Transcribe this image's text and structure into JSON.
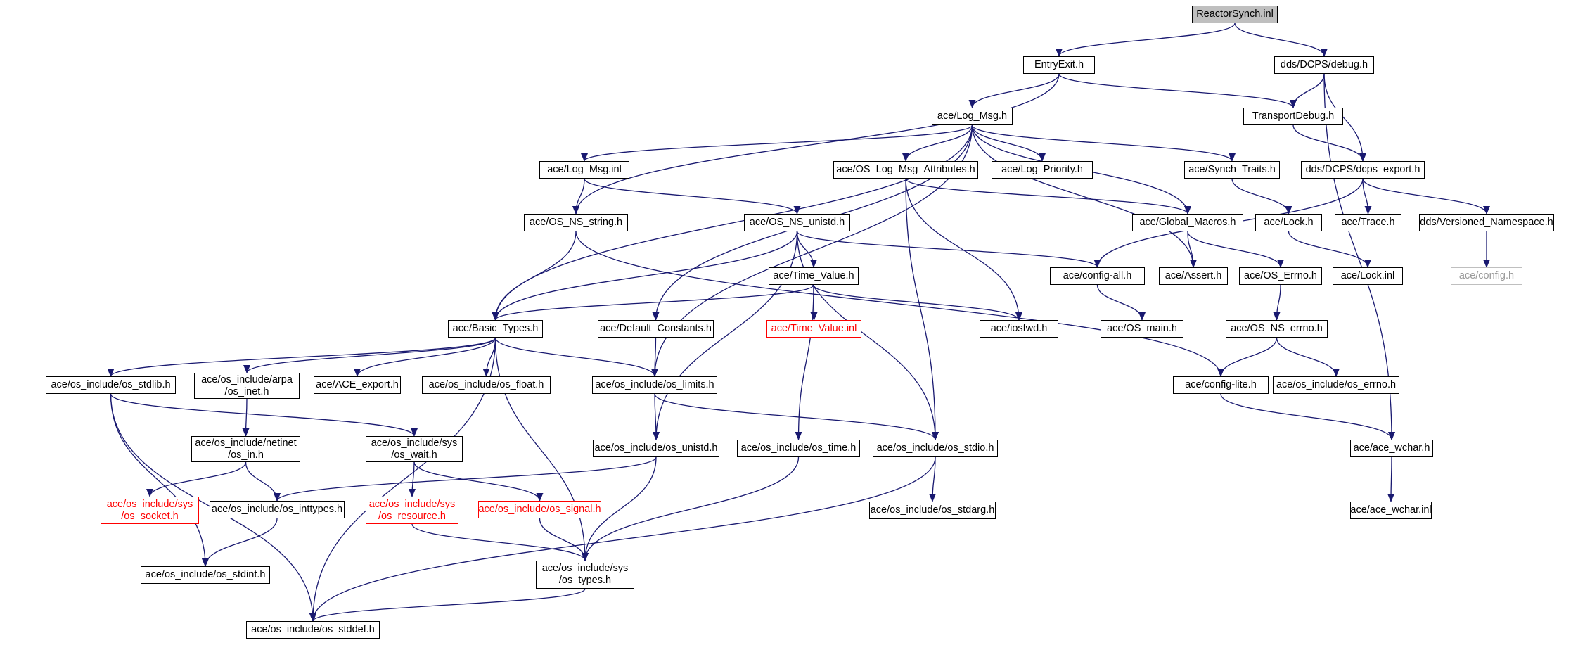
{
  "graph": {
    "colors": {
      "edge": "#191970",
      "root_fill": "#bfbfbf",
      "link_border": "#000000",
      "incomplete_border": "#ff0000",
      "external_border": "#bfbfbf"
    },
    "nodes": [
      {
        "id": "reactorsynch_inl",
        "lines": [
          "ReactorSynch.inl"
        ],
        "kind": "root"
      },
      {
        "id": "entryexit_h",
        "lines": [
          "EntryExit.h"
        ],
        "kind": "normal"
      },
      {
        "id": "dds_dcps_debug_h",
        "lines": [
          "dds/DCPS/debug.h"
        ],
        "kind": "normal"
      },
      {
        "id": "ace_log_msg_h",
        "lines": [
          "ace/Log_Msg.h"
        ],
        "kind": "normal"
      },
      {
        "id": "transportdebug_h",
        "lines": [
          "TransportDebug.h"
        ],
        "kind": "normal"
      },
      {
        "id": "ace_log_msg_inl",
        "lines": [
          "ace/Log_Msg.inl"
        ],
        "kind": "normal"
      },
      {
        "id": "ace_os_log_msg_attributes_h",
        "lines": [
          "ace/OS_Log_Msg_Attributes.h"
        ],
        "kind": "normal"
      },
      {
        "id": "ace_log_priority_h",
        "lines": [
          "ace/Log_Priority.h"
        ],
        "kind": "normal"
      },
      {
        "id": "ace_synch_traits_h",
        "lines": [
          "ace/Synch_Traits.h"
        ],
        "kind": "normal"
      },
      {
        "id": "dds_dcps_dcps_export_h",
        "lines": [
          "dds/DCPS/dcps_export.h"
        ],
        "kind": "normal"
      },
      {
        "id": "ace_os_ns_string_h",
        "lines": [
          "ace/OS_NS_string.h"
        ],
        "kind": "normal"
      },
      {
        "id": "ace_os_ns_unistd_h",
        "lines": [
          "ace/OS_NS_unistd.h"
        ],
        "kind": "normal"
      },
      {
        "id": "ace_global_macros_h",
        "lines": [
          "ace/Global_Macros.h"
        ],
        "kind": "normal"
      },
      {
        "id": "ace_lock_h",
        "lines": [
          "ace/Lock.h"
        ],
        "kind": "normal"
      },
      {
        "id": "ace_trace_h",
        "lines": [
          "ace/Trace.h"
        ],
        "kind": "normal"
      },
      {
        "id": "dds_versioned_namespace_h",
        "lines": [
          "dds/Versioned_Namespace.h"
        ],
        "kind": "normal"
      },
      {
        "id": "ace_time_value_h",
        "lines": [
          "ace/Time_Value.h"
        ],
        "kind": "normal"
      },
      {
        "id": "ace_config_all_h",
        "lines": [
          "ace/config-all.h"
        ],
        "kind": "normal"
      },
      {
        "id": "ace_assert_h",
        "lines": [
          "ace/Assert.h"
        ],
        "kind": "normal"
      },
      {
        "id": "ace_os_errno_h",
        "lines": [
          "ace/OS_Errno.h"
        ],
        "kind": "normal"
      },
      {
        "id": "ace_lock_inl",
        "lines": [
          "ace/Lock.inl"
        ],
        "kind": "normal"
      },
      {
        "id": "ace_config_h",
        "lines": [
          "ace/config.h"
        ],
        "kind": "external"
      },
      {
        "id": "ace_basic_types_h",
        "lines": [
          "ace/Basic_Types.h"
        ],
        "kind": "normal"
      },
      {
        "id": "ace_default_constants_h",
        "lines": [
          "ace/Default_Constants.h"
        ],
        "kind": "normal"
      },
      {
        "id": "ace_time_value_inl",
        "lines": [
          "ace/Time_Value.inl"
        ],
        "kind": "incomplete"
      },
      {
        "id": "ace_iosfwd_h",
        "lines": [
          "ace/iosfwd.h"
        ],
        "kind": "normal"
      },
      {
        "id": "ace_os_main_h",
        "lines": [
          "ace/OS_main.h"
        ],
        "kind": "normal"
      },
      {
        "id": "ace_os_ns_errno_h",
        "lines": [
          "ace/OS_NS_errno.h"
        ],
        "kind": "normal"
      },
      {
        "id": "ace_os_include_os_stdlib_h",
        "lines": [
          "ace/os_include/os_stdlib.h"
        ],
        "kind": "normal"
      },
      {
        "id": "ace_os_include_arpa_os_inet_h",
        "lines": [
          "ace/os_include/arpa",
          "/os_inet.h"
        ],
        "kind": "normal"
      },
      {
        "id": "ace_ace_export_h",
        "lines": [
          "ace/ACE_export.h"
        ],
        "kind": "normal"
      },
      {
        "id": "ace_os_include_os_float_h",
        "lines": [
          "ace/os_include/os_float.h"
        ],
        "kind": "normal"
      },
      {
        "id": "ace_os_include_os_limits_h",
        "lines": [
          "ace/os_include/os_limits.h"
        ],
        "kind": "normal"
      },
      {
        "id": "ace_config_lite_h",
        "lines": [
          "ace/config-lite.h"
        ],
        "kind": "normal"
      },
      {
        "id": "ace_os_include_os_errno_h",
        "lines": [
          "ace/os_include/os_errno.h"
        ],
        "kind": "normal"
      },
      {
        "id": "ace_os_include_netinet_os_in_h",
        "lines": [
          "ace/os_include/netinet",
          "/os_in.h"
        ],
        "kind": "normal"
      },
      {
        "id": "ace_os_include_sys_os_wait_h",
        "lines": [
          "ace/os_include/sys",
          "/os_wait.h"
        ],
        "kind": "normal"
      },
      {
        "id": "ace_os_include_os_unistd_h",
        "lines": [
          "ace/os_include/os_unistd.h"
        ],
        "kind": "normal"
      },
      {
        "id": "ace_os_include_os_time_h",
        "lines": [
          "ace/os_include/os_time.h"
        ],
        "kind": "normal"
      },
      {
        "id": "ace_os_include_os_stdio_h",
        "lines": [
          "ace/os_include/os_stdio.h"
        ],
        "kind": "normal"
      },
      {
        "id": "ace_ace_wchar_h",
        "lines": [
          "ace/ace_wchar.h"
        ],
        "kind": "normal"
      },
      {
        "id": "ace_os_include_sys_os_socket_h",
        "lines": [
          "ace/os_include/sys",
          "/os_socket.h"
        ],
        "kind": "incomplete"
      },
      {
        "id": "ace_os_include_os_inttypes_h",
        "lines": [
          "ace/os_include/os_inttypes.h"
        ],
        "kind": "normal"
      },
      {
        "id": "ace_os_include_sys_os_resource_h",
        "lines": [
          "ace/os_include/sys",
          "/os_resource.h"
        ],
        "kind": "incomplete"
      },
      {
        "id": "ace_os_include_os_signal_h",
        "lines": [
          "ace/os_include/os_signal.h"
        ],
        "kind": "incomplete"
      },
      {
        "id": "ace_os_include_os_stdarg_h",
        "lines": [
          "ace/os_include/os_stdarg.h"
        ],
        "kind": "normal"
      },
      {
        "id": "ace_ace_wchar_inl",
        "lines": [
          "ace/ace_wchar.inl"
        ],
        "kind": "normal"
      },
      {
        "id": "ace_os_include_os_stdint_h",
        "lines": [
          "ace/os_include/os_stdint.h"
        ],
        "kind": "normal"
      },
      {
        "id": "ace_os_include_sys_os_types_h",
        "lines": [
          "ace/os_include/sys",
          "/os_types.h"
        ],
        "kind": "normal"
      },
      {
        "id": "ace_os_include_os_stddef_h",
        "lines": [
          "ace/os_include/os_stddef.h"
        ],
        "kind": "normal"
      }
    ],
    "edges": [
      [
        "reactorsynch_inl",
        "entryexit_h"
      ],
      [
        "reactorsynch_inl",
        "dds_dcps_debug_h"
      ],
      [
        "entryexit_h",
        "ace_log_msg_h"
      ],
      [
        "entryexit_h",
        "transportdebug_h"
      ],
      [
        "entryexit_h",
        "ace_os_ns_string_h"
      ],
      [
        "dds_dcps_debug_h",
        "transportdebug_h"
      ],
      [
        "dds_dcps_debug_h",
        "dds_dcps_dcps_export_h"
      ],
      [
        "dds_dcps_debug_h",
        "ace_ace_wchar_h"
      ],
      [
        "transportdebug_h",
        "dds_dcps_dcps_export_h"
      ],
      [
        "ace_log_msg_h",
        "ace_log_msg_inl"
      ],
      [
        "ace_log_msg_h",
        "ace_os_log_msg_attributes_h"
      ],
      [
        "ace_log_msg_h",
        "ace_log_priority_h"
      ],
      [
        "ace_log_msg_h",
        "ace_synch_traits_h"
      ],
      [
        "ace_log_msg_h",
        "ace_global_macros_h"
      ],
      [
        "ace_log_msg_h",
        "ace_assert_h"
      ],
      [
        "ace_log_msg_h",
        "ace_basic_types_h"
      ],
      [
        "ace_log_msg_h",
        "ace_default_constants_h"
      ],
      [
        "ace_log_msg_h",
        "ace_os_include_os_limits_h"
      ],
      [
        "ace_log_msg_inl",
        "ace_os_ns_string_h"
      ],
      [
        "ace_log_msg_inl",
        "ace_os_ns_unistd_h"
      ],
      [
        "ace_os_log_msg_attributes_h",
        "ace_global_macros_h"
      ],
      [
        "ace_os_log_msg_attributes_h",
        "ace_iosfwd_h"
      ],
      [
        "ace_os_log_msg_attributes_h",
        "ace_os_include_os_stdio_h"
      ],
      [
        "ace_synch_traits_h",
        "ace_lock_h"
      ],
      [
        "dds_dcps_dcps_export_h",
        "ace_config_all_h"
      ],
      [
        "dds_dcps_dcps_export_h",
        "ace_trace_h"
      ],
      [
        "dds_dcps_dcps_export_h",
        "dds_versioned_namespace_h"
      ],
      [
        "ace_os_ns_string_h",
        "ace_basic_types_h"
      ],
      [
        "ace_os_ns_string_h",
        "ace_config_lite_h"
      ],
      [
        "ace_os_ns_unistd_h",
        "ace_time_value_h"
      ],
      [
        "ace_os_ns_unistd_h",
        "ace_basic_types_h"
      ],
      [
        "ace_os_ns_unistd_h",
        "ace_config_all_h"
      ],
      [
        "ace_os_ns_unistd_h",
        "ace_os_include_os_unistd_h"
      ],
      [
        "ace_os_ns_unistd_h",
        "ace_os_include_os_stdio_h"
      ],
      [
        "ace_global_macros_h",
        "ace_assert_h"
      ],
      [
        "ace_global_macros_h",
        "ace_os_errno_h"
      ],
      [
        "ace_lock_h",
        "ace_lock_inl"
      ],
      [
        "dds_versioned_namespace_h",
        "ace_config_h"
      ],
      [
        "ace_time_value_h",
        "ace_basic_types_h"
      ],
      [
        "ace_time_value_h",
        "ace_time_value_inl"
      ],
      [
        "ace_time_value_h",
        "ace_iosfwd_h"
      ],
      [
        "ace_time_value_h",
        "ace_os_include_os_time_h"
      ],
      [
        "ace_config_all_h",
        "ace_os_main_h"
      ],
      [
        "ace_os_errno_h",
        "ace_os_ns_errno_h"
      ],
      [
        "ace_os_ns_errno_h",
        "ace_config_lite_h"
      ],
      [
        "ace_os_ns_errno_h",
        "ace_os_include_os_errno_h"
      ],
      [
        "ace_config_lite_h",
        "ace_ace_wchar_h"
      ],
      [
        "ace_ace_wchar_h",
        "ace_ace_wchar_inl"
      ],
      [
        "ace_basic_types_h",
        "ace_os_include_os_stdlib_h"
      ],
      [
        "ace_basic_types_h",
        "ace_os_include_arpa_os_inet_h"
      ],
      [
        "ace_basic_types_h",
        "ace_ace_export_h"
      ],
      [
        "ace_basic_types_h",
        "ace_os_include_os_float_h"
      ],
      [
        "ace_basic_types_h",
        "ace_os_include_os_limits_h"
      ],
      [
        "ace_basic_types_h",
        "ace_os_include_sys_os_types_h"
      ],
      [
        "ace_basic_types_h",
        "ace_os_include_os_stddef_h"
      ],
      [
        "ace_default_constants_h",
        "ace_os_include_os_limits_h"
      ],
      [
        "ace_os_include_os_stdlib_h",
        "ace_os_include_sys_os_wait_h"
      ],
      [
        "ace_os_include_os_stdlib_h",
        "ace_os_include_os_stdint_h"
      ],
      [
        "ace_os_include_os_stdlib_h",
        "ace_os_include_os_stddef_h"
      ],
      [
        "ace_os_include_arpa_os_inet_h",
        "ace_os_include_netinet_os_in_h"
      ],
      [
        "ace_os_include_netinet_os_in_h",
        "ace_os_include_sys_os_socket_h"
      ],
      [
        "ace_os_include_netinet_os_in_h",
        "ace_os_include_os_inttypes_h"
      ],
      [
        "ace_os_include_sys_os_wait_h",
        "ace_os_include_sys_os_resource_h"
      ],
      [
        "ace_os_include_sys_os_wait_h",
        "ace_os_include_os_signal_h"
      ],
      [
        "ace_os_include_os_limits_h",
        "ace_os_include_os_unistd_h"
      ],
      [
        "ace_os_include_os_limits_h",
        "ace_os_include_os_stdio_h"
      ],
      [
        "ace_os_include_os_unistd_h",
        "ace_os_include_os_inttypes_h"
      ],
      [
        "ace_os_include_os_unistd_h",
        "ace_os_include_sys_os_types_h"
      ],
      [
        "ace_os_include_os_time_h",
        "ace_os_include_sys_os_types_h"
      ],
      [
        "ace_os_include_os_stdio_h",
        "ace_os_include_os_stdarg_h"
      ],
      [
        "ace_os_include_os_stdio_h",
        "ace_os_include_os_stddef_h"
      ],
      [
        "ace_os_include_os_inttypes_h",
        "ace_os_include_os_stdint_h"
      ],
      [
        "ace_os_include_sys_os_resource_h",
        "ace_os_include_sys_os_types_h"
      ],
      [
        "ace_os_include_os_signal_h",
        "ace_os_include_sys_os_types_h"
      ],
      [
        "ace_os_include_sys_os_types_h",
        "ace_os_include_os_stddef_h"
      ]
    ]
  }
}
